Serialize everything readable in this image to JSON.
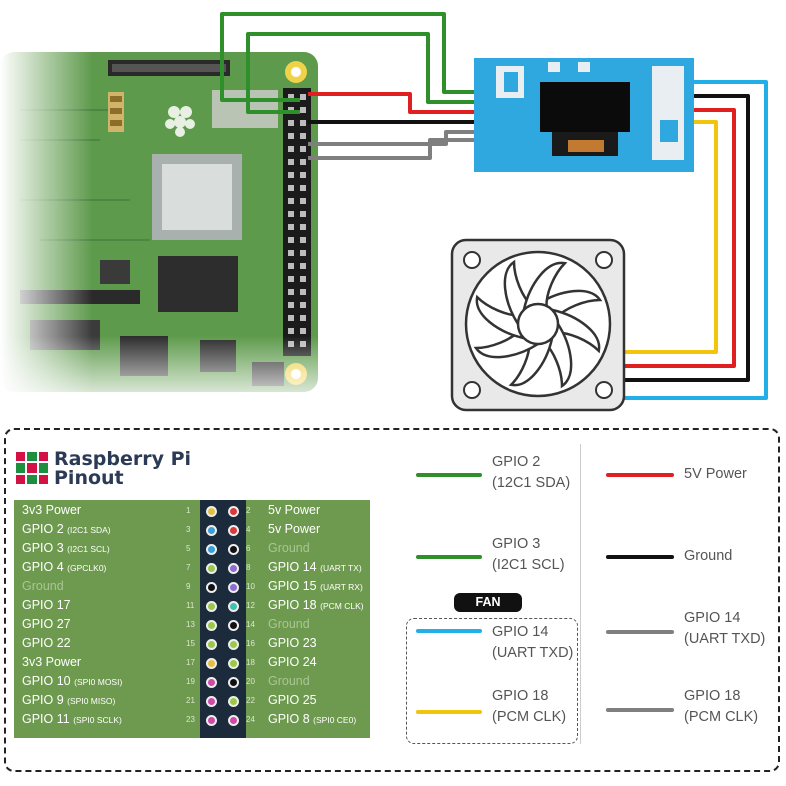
{
  "pinout": {
    "title_line1": "Raspberry Pi",
    "title_line2": "Pinout",
    "logo_colors": [
      "#d31145",
      "#1e8f3e",
      "#d31145",
      "#1e8f3e",
      "#d31145",
      "#1e8f3e",
      "#d31145",
      "#1e8f3e",
      "#d31145"
    ],
    "rows": [
      {
        "left_name": "3v3 Power",
        "left_sub": "",
        "left_num": "1",
        "left_pin": "#e2c046",
        "right_num": "2",
        "right_name": "5v Power",
        "right_sub": "",
        "right_pin": "#d93a3a"
      },
      {
        "left_name": "GPIO 2",
        "left_sub": "(I2C1 SDA)",
        "left_num": "3",
        "left_pin": "#3aa0d8",
        "right_num": "4",
        "right_name": "5v Power",
        "right_sub": "",
        "right_pin": "#d93a3a"
      },
      {
        "left_name": "GPIO 3",
        "left_sub": "(I2C1 SCL)",
        "left_num": "5",
        "left_pin": "#3aa0d8",
        "right_num": "6",
        "right_name": "Ground",
        "right_sub": "",
        "right_pin": "#111111"
      },
      {
        "left_name": "GPIO 4",
        "left_sub": "(GPCLK0)",
        "left_num": "7",
        "left_pin": "#9cc84a",
        "right_num": "8",
        "right_name": "GPIO 14",
        "right_sub": "(UART TX)",
        "right_pin": "#8c6ed0"
      },
      {
        "left_name": "Ground",
        "left_sub": "",
        "left_num": "9",
        "left_pin": "#111111",
        "right_num": "10",
        "right_name": "GPIO 15",
        "right_sub": "(UART RX)",
        "right_pin": "#8c6ed0"
      },
      {
        "left_name": "GPIO 17",
        "left_sub": "",
        "left_num": "11",
        "left_pin": "#9cc84a",
        "right_num": "12",
        "right_name": "GPIO 18",
        "right_sub": "(PCM CLK)",
        "right_pin": "#3fc0b0"
      },
      {
        "left_name": "GPIO 27",
        "left_sub": "",
        "left_num": "13",
        "left_pin": "#9cc84a",
        "right_num": "14",
        "right_name": "Ground",
        "right_sub": "",
        "right_pin": "#111111"
      },
      {
        "left_name": "GPIO 22",
        "left_sub": "",
        "left_num": "15",
        "left_pin": "#9cc84a",
        "right_num": "16",
        "right_name": "GPIO 23",
        "right_sub": "",
        "right_pin": "#9cc84a"
      },
      {
        "left_name": "3v3 Power",
        "left_sub": "",
        "left_num": "17",
        "left_pin": "#e2c046",
        "right_num": "18",
        "right_name": "GPIO 24",
        "right_sub": "",
        "right_pin": "#9cc84a"
      },
      {
        "left_name": "GPIO 10",
        "left_sub": "(SPI0 MOSI)",
        "left_num": "19",
        "left_pin": "#d14aa8",
        "right_num": "20",
        "right_name": "Ground",
        "right_sub": "",
        "right_pin": "#111111"
      },
      {
        "left_name": "GPIO 9",
        "left_sub": "(SPI0 MISO)",
        "left_num": "21",
        "left_pin": "#d14aa8",
        "right_num": "22",
        "right_name": "GPIO 25",
        "right_sub": "",
        "right_pin": "#9cc84a"
      },
      {
        "left_name": "GPIO 11",
        "left_sub": "(SPI0 SCLK)",
        "left_num": "23",
        "left_pin": "#d14aa8",
        "right_num": "24",
        "right_name": "GPIO 8",
        "right_sub": "(SPI0 CE0)",
        "right_pin": "#d14aa8"
      }
    ]
  },
  "legend": {
    "left": [
      {
        "label_line1": "GPIO 2",
        "label_line2": "(12C1 SDA)",
        "color": "#2f8f2a"
      },
      {
        "label_line1": "GPIO 3",
        "label_line2": "(I2C1 SCL)",
        "color": "#2f8f2a"
      }
    ],
    "fan_tag": "FAN",
    "fan": [
      {
        "label_line1": "GPIO 14",
        "label_line2": "(UART TXD)",
        "color": "#22aee6"
      },
      {
        "label_line1": "GPIO 18",
        "label_line2": "(PCM CLK)",
        "color": "#f2c40c"
      }
    ],
    "right": [
      {
        "label_line1": "5V Power",
        "label_line2": "",
        "color": "#e02020"
      },
      {
        "label_line1": "Ground",
        "label_line2": "",
        "color": "#111111"
      },
      {
        "label_line1": "GPIO 14",
        "label_line2": "(UART TXD)",
        "color": "#7f7f7f"
      },
      {
        "label_line1": "GPIO 18",
        "label_line2": "(PCM CLK)",
        "color": "#7f7f7f"
      }
    ]
  },
  "colors": {
    "board": "#5e9a4c",
    "oled_housing": "#2fa8e0",
    "wire_green": "#2f8f2a",
    "wire_red": "#e02020",
    "wire_black": "#111111",
    "wire_gray": "#7f7f7f",
    "wire_blue": "#22aee6",
    "wire_yellow": "#f2c40c"
  }
}
